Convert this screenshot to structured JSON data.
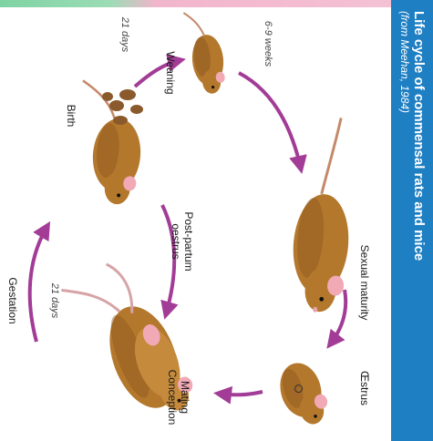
{
  "title": {
    "line1": "Life cycle of commensal rats and mice",
    "line2": "(from Meehan, 1984)"
  },
  "labels": {
    "sexual_maturity": "Sexual maturity",
    "estrus": "Œstrus",
    "mating": "Mating",
    "conception": "Conception",
    "gestation": "Gestation",
    "birth": "Birth",
    "weaning": "Weaning",
    "post_partum": "Post-partum",
    "oestrus": "oestrus",
    "weeks_6_9": "6-9 weeks",
    "days_21_top": "21 days",
    "days_21_mid": "21 days"
  },
  "colors": {
    "arrow": "#a23c96",
    "title_bar": "#1f7fc3",
    "mouse_body": "#b4782d",
    "mouse_shade": "#8a5520",
    "ear": "#f1a9b6"
  }
}
